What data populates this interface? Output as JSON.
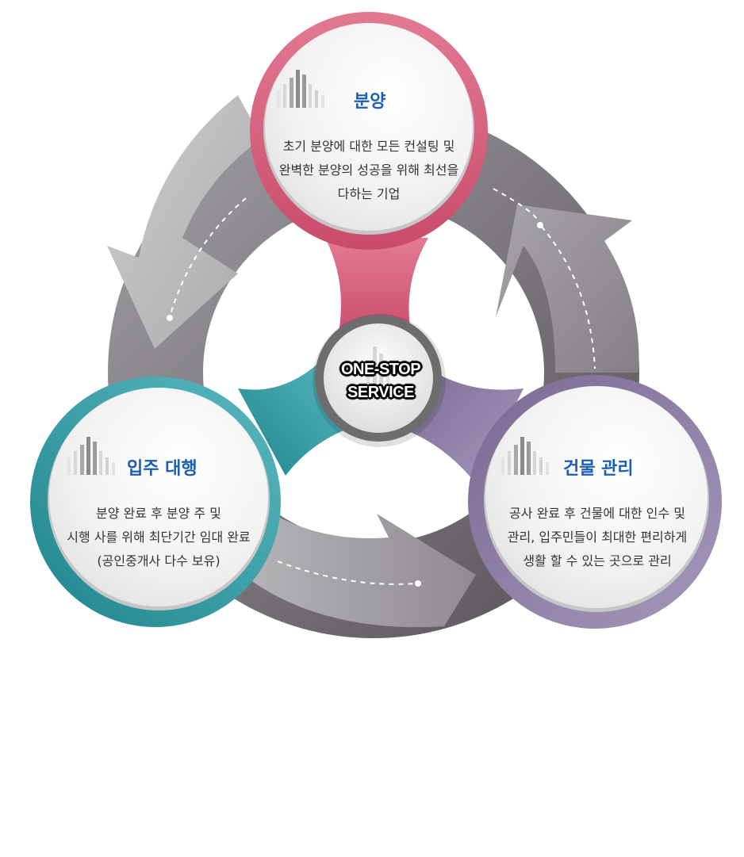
{
  "diagram": {
    "type": "cycle",
    "hub": {
      "line1": "ONE-STOP",
      "line2": "SERVICE"
    },
    "nodes": [
      {
        "id": "sales",
        "title": "분양",
        "color": "#d9607e",
        "lines": [
          "초기 분양에 대한 모든 컨설팅 및",
          "완벽한 분양의 성공을 위해 최선을",
          "다하는 기업"
        ]
      },
      {
        "id": "building-management",
        "title": "건물 관리",
        "color": "#8a79a3",
        "lines": [
          "공사 완료 후 건물에 대한 인수 및",
          "관리, 입주민들이 최대한 편리하게",
          "생활 할 수 있는 곳으로 관리"
        ]
      },
      {
        "id": "move-in-agency",
        "title": "입주 대행",
        "color": "#2f9aa3",
        "lines": [
          "분양 완료 후 분양 주 및",
          "시행 사를 위해 최단기간 임대 완료",
          "(공인중개사 다수 보유)"
        ]
      }
    ],
    "flow": [
      "분양 → 입주 대행",
      "입주 대행 → 건물 관리",
      "건물 관리 → 분양"
    ],
    "colors": {
      "title": "#1a5fb4",
      "body_text": "#333333",
      "arrow_light": "#c4c3c5",
      "arrow_dark": "#6e6a70",
      "hub_ring": "#6d6d6d"
    }
  }
}
